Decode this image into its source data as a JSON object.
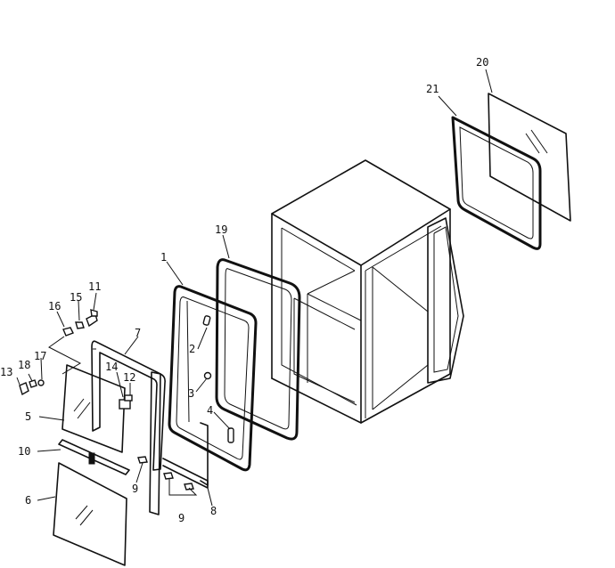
{
  "labels": {
    "p1": "1",
    "p2": "2",
    "p3": "3",
    "p4": "4",
    "p5": "5",
    "p6": "6",
    "p7": "7",
    "p8": "8",
    "p9a": "9",
    "p9b": "9",
    "p10": "10",
    "p11": "11",
    "p12": "12",
    "p13": "13",
    "p14": "14",
    "p15": "15",
    "p16": "16",
    "p17": "17",
    "p18": "18",
    "p19": "19",
    "p20": "20",
    "p21": "21"
  }
}
